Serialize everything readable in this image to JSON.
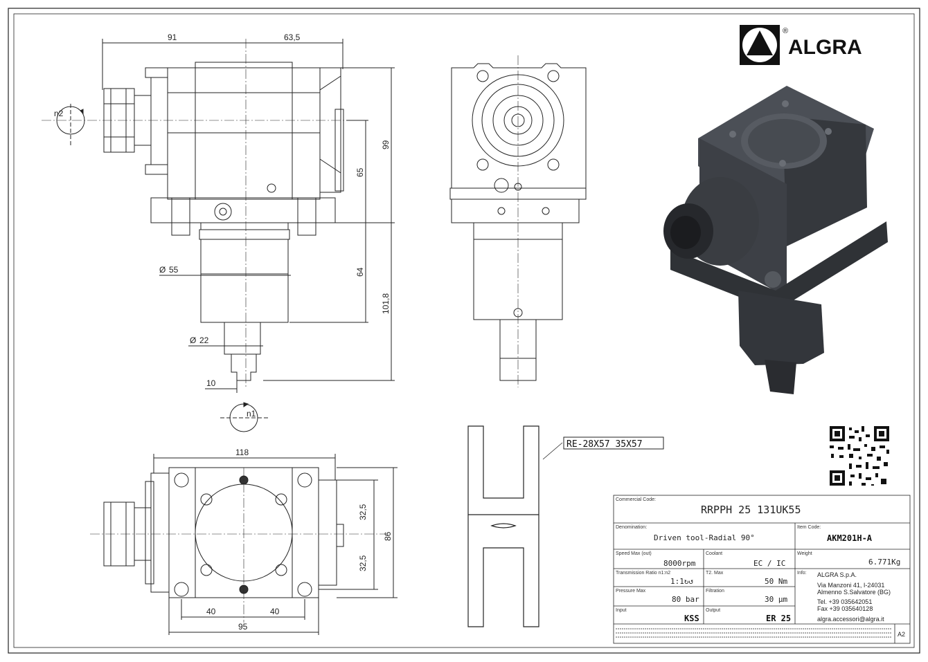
{
  "brand": {
    "name": "ALGRA",
    "registered": "®"
  },
  "dimensions": {
    "d91": "91",
    "d63_5": "63,5",
    "d99": "99",
    "d65": "65",
    "d64": "64",
    "d101_8": "101,8",
    "d55": "55",
    "d22": "22",
    "d10": "10",
    "d118": "118",
    "d86": "86",
    "d32_5_top": "32,5",
    "d32_5_bot": "32,5",
    "d40_left": "40",
    "d40_right": "40",
    "d95": "95",
    "diameter_symbol": "Ø"
  },
  "rotation": {
    "n2": "n2",
    "n1": "n1"
  },
  "section_label": "RE-28X57_35X57",
  "title_block": {
    "commercial_code_label": "Commercial Code:",
    "commercial_code": "RRPPH 25 131UK55",
    "denomination_label": "Denomination:",
    "denomination": "Driven tool-Radial 90°",
    "item_code_label": "Item Code:",
    "item_code": "AKM201H-A",
    "speed_label": "Speed Max (out)",
    "speed": "8000rpm",
    "coolant_label": "Coolant",
    "coolant": "EC / IC",
    "weight_label": "Weight",
    "weight": "6.771Kg",
    "ratio_label": "Transmission Ratio n1:n2",
    "ratio": "1:1↻↺",
    "torque_label": "T2. Max",
    "torque": "50 Nm",
    "info_label": "Info:",
    "pressure_label": "Pressure Max",
    "pressure": "80 bar",
    "filtration_label": "Filtration",
    "filtration": "30 µm",
    "input_label": "Input",
    "input": "KSS",
    "output_label": "Output",
    "output": "ER 25",
    "company": "ALGRA S.p.A.",
    "address1": "Via Manzoni 41, I-24031",
    "address2": "Almenno S.Salvatore (BG)",
    "tel": "Tel. +39 035642051",
    "fax": "Fax +39 035640128",
    "email": "algra.accessori@algra.it",
    "sheet_size": "A2"
  },
  "colors": {
    "line": "#222222",
    "body3d": "#3a3d42",
    "body3d_light": "#5a5e66",
    "body3d_dark": "#26282c"
  }
}
